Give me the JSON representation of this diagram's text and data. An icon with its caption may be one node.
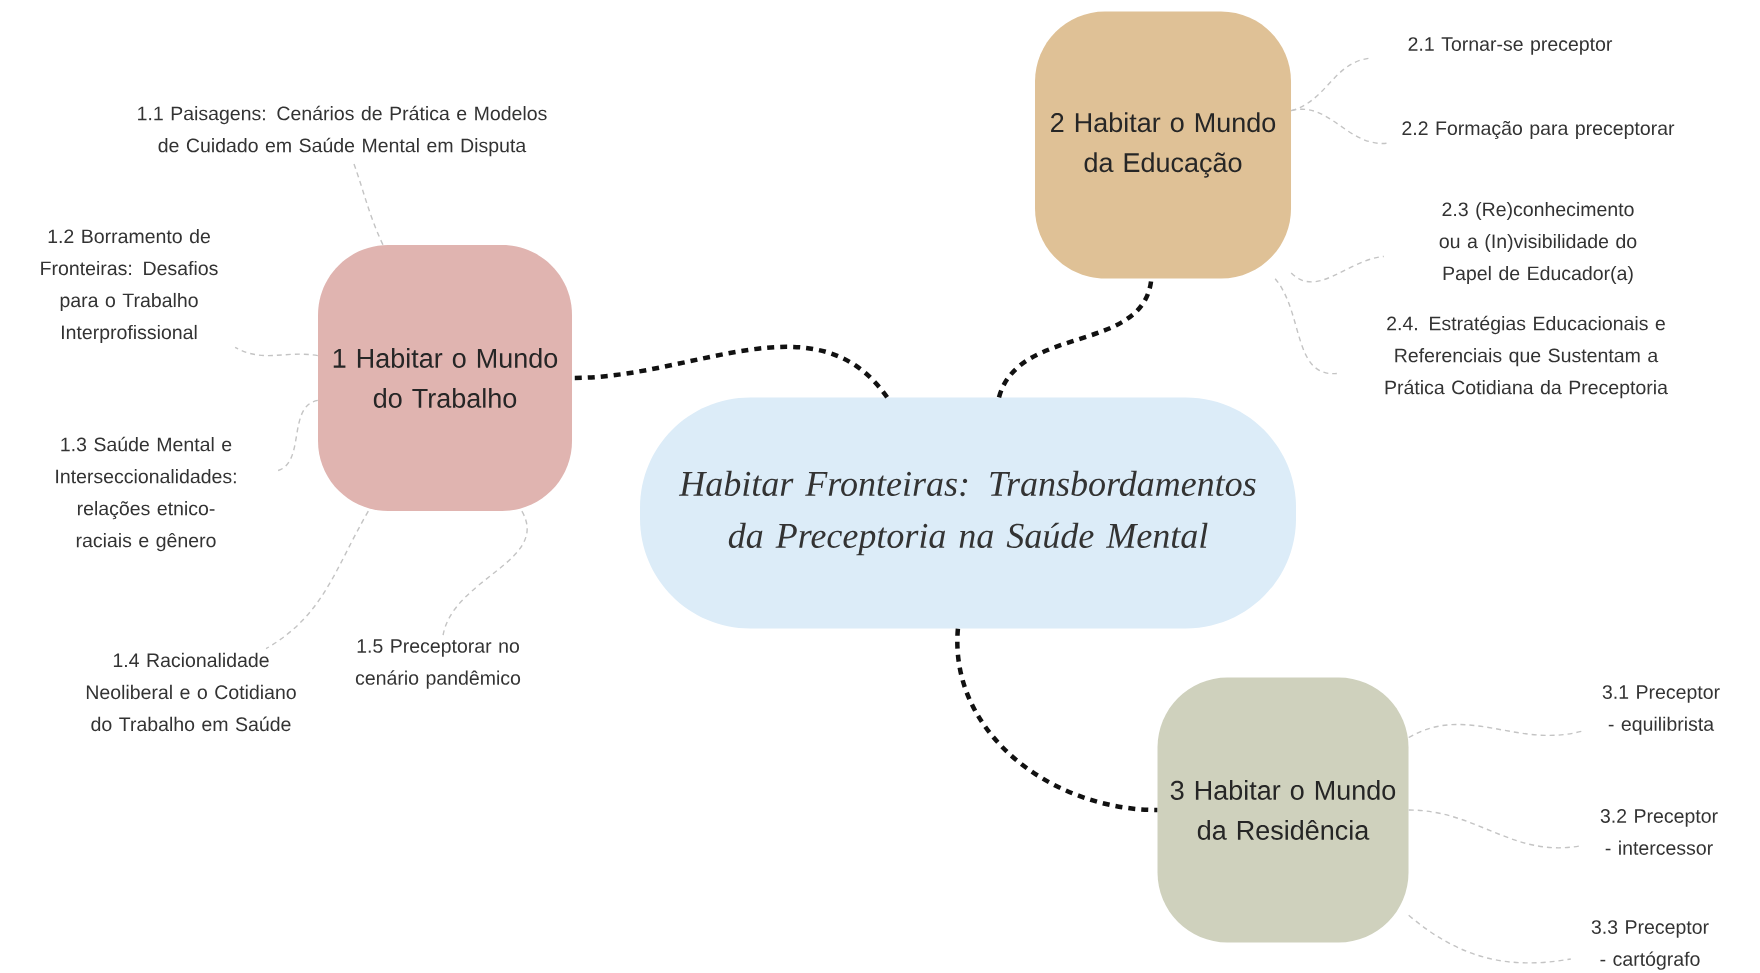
{
  "diagram": {
    "nodes": [
      {
        "text": [
          "Habitar Fronteiras: Transbordamentos da Preceptoria na Saúde Mental"
        ]
      },
      {
        "text": [
          "1 Habitar o Mundo do Trabalho"
        ]
      },
      {
        "text": [
          "2 Habitar o Mundo da Educação"
        ]
      },
      {
        "text": [
          "3 Habitar o Mundo da Residência"
        ]
      },
      {
        "text": [
          "1.1 Paisagens: Cenários de Prática e Modelos de Cuidado em Saúde Mental em Disputa"
        ]
      },
      {
        "text": [
          "1.2 Borramento de Fronteiras: Desafios para o Trabalho Interprofissional"
        ]
      },
      {
        "text": [
          "1.3 Saúde Mental e Interseccionalidades: relações etnico-raciais e gênero"
        ]
      },
      {
        "text": [
          "1.4 Racionalidade Neoliberal e o Cotidiano do Trabalho em Saúde"
        ]
      },
      {
        "text": [
          "1.5 Preceptorar no cenário pandêmico"
        ]
      },
      {
        "text": [
          "2.1 Tornar-se preceptor"
        ]
      },
      {
        "text": [
          "2.2 Formação para preceptorar"
        ]
      },
      {
        "text": [
          "2.3 (Re)conhecimento ou a (In)visibilidade do Papel de Educador(a)"
        ]
      },
      {
        "text": [
          "2.4. Estratégias Educacionais e Referenciais que Sustentam a Prática Cotidiana da Preceptoria"
        ]
      },
      {
        "text": [
          "3.1 Preceptor - equilibrista"
        ]
      },
      {
        "text": [
          "3.2 Preceptor - intercessor"
        ]
      },
      {
        "text": [
          "3.3 Preceptor - cartógrafo"
        ]
      }
    ],
    "edges": [
      {
        "from": 0,
        "to": 1,
        "arrow": "none",
        "style": "dashed",
        "color": "#111111"
      },
      {
        "from": 0,
        "to": 2,
        "arrow": "none",
        "style": "dashed",
        "color": "#111111"
      },
      {
        "from": 0,
        "to": 3,
        "arrow": "none",
        "style": "dashed",
        "color": "#111111"
      },
      {
        "from": 1,
        "to": 4,
        "arrow": "none",
        "style": "dashed"
      },
      {
        "from": 1,
        "to": 5,
        "arrow": "none",
        "style": "dashed"
      },
      {
        "from": 1,
        "to": 6,
        "arrow": "none",
        "style": "dashed"
      },
      {
        "from": 1,
        "to": 7,
        "arrow": "none",
        "style": "dashed"
      },
      {
        "from": 1,
        "to": 8,
        "arrow": "none",
        "style": "dashed"
      },
      {
        "from": 2,
        "to": 9,
        "arrow": "none",
        "style": "dashed"
      },
      {
        "from": 2,
        "to": 10,
        "arrow": "none",
        "style": "dashed"
      },
      {
        "from": 2,
        "to": 11,
        "arrow": "none",
        "style": "dashed"
      },
      {
        "from": 2,
        "to": 12,
        "arrow": "none",
        "style": "dashed"
      },
      {
        "from": 3,
        "to": 13,
        "arrow": "none",
        "style": "dashed"
      },
      {
        "from": 3,
        "to": 14,
        "arrow": "none",
        "style": "dashed"
      },
      {
        "from": 3,
        "to": 15,
        "arrow": "none",
        "style": "dashed"
      }
    ]
  }
}
